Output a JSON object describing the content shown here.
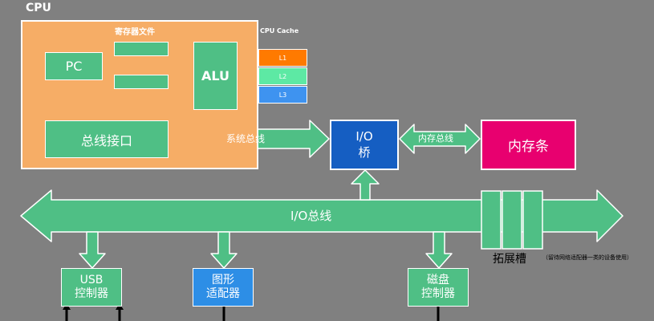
{
  "cpu": {
    "title": "CPU",
    "register_file_label": "寄存器文件",
    "pc_label": "PC",
    "alu_label": "ALU",
    "bus_interface_label": "总线接口",
    "cache": {
      "title": "CPU Cache",
      "levels": [
        {
          "label": "L1",
          "color": "#ff7a00"
        },
        {
          "label": "L2",
          "color": "#5de9a4"
        },
        {
          "label": "L3",
          "color": "#3e93f0"
        }
      ]
    }
  },
  "system_bus_label": "系统总线",
  "io_bridge": {
    "line1": "I/O",
    "line2": "桥"
  },
  "memory_bus_label": "内存总线",
  "memory_label": "内存条",
  "io_bus_label": "I/O总线",
  "expansion_slot": {
    "label": "拓展槽",
    "note": "（留待网络适配器一类的设备使用）"
  },
  "controllers": {
    "usb": {
      "line1": "USB",
      "line2": "控制器"
    },
    "graphics": {
      "line1": "图形",
      "line2": "适配器"
    },
    "disk": {
      "line1": "磁盘",
      "line2": "控制器"
    }
  },
  "colors": {
    "background": "#808080",
    "cpu_box": "#f6ad66",
    "component_green": "#4fbf85",
    "io_bridge": "#155ec2",
    "memory": "#e8006f",
    "graphics": "#2d8ee6"
  }
}
